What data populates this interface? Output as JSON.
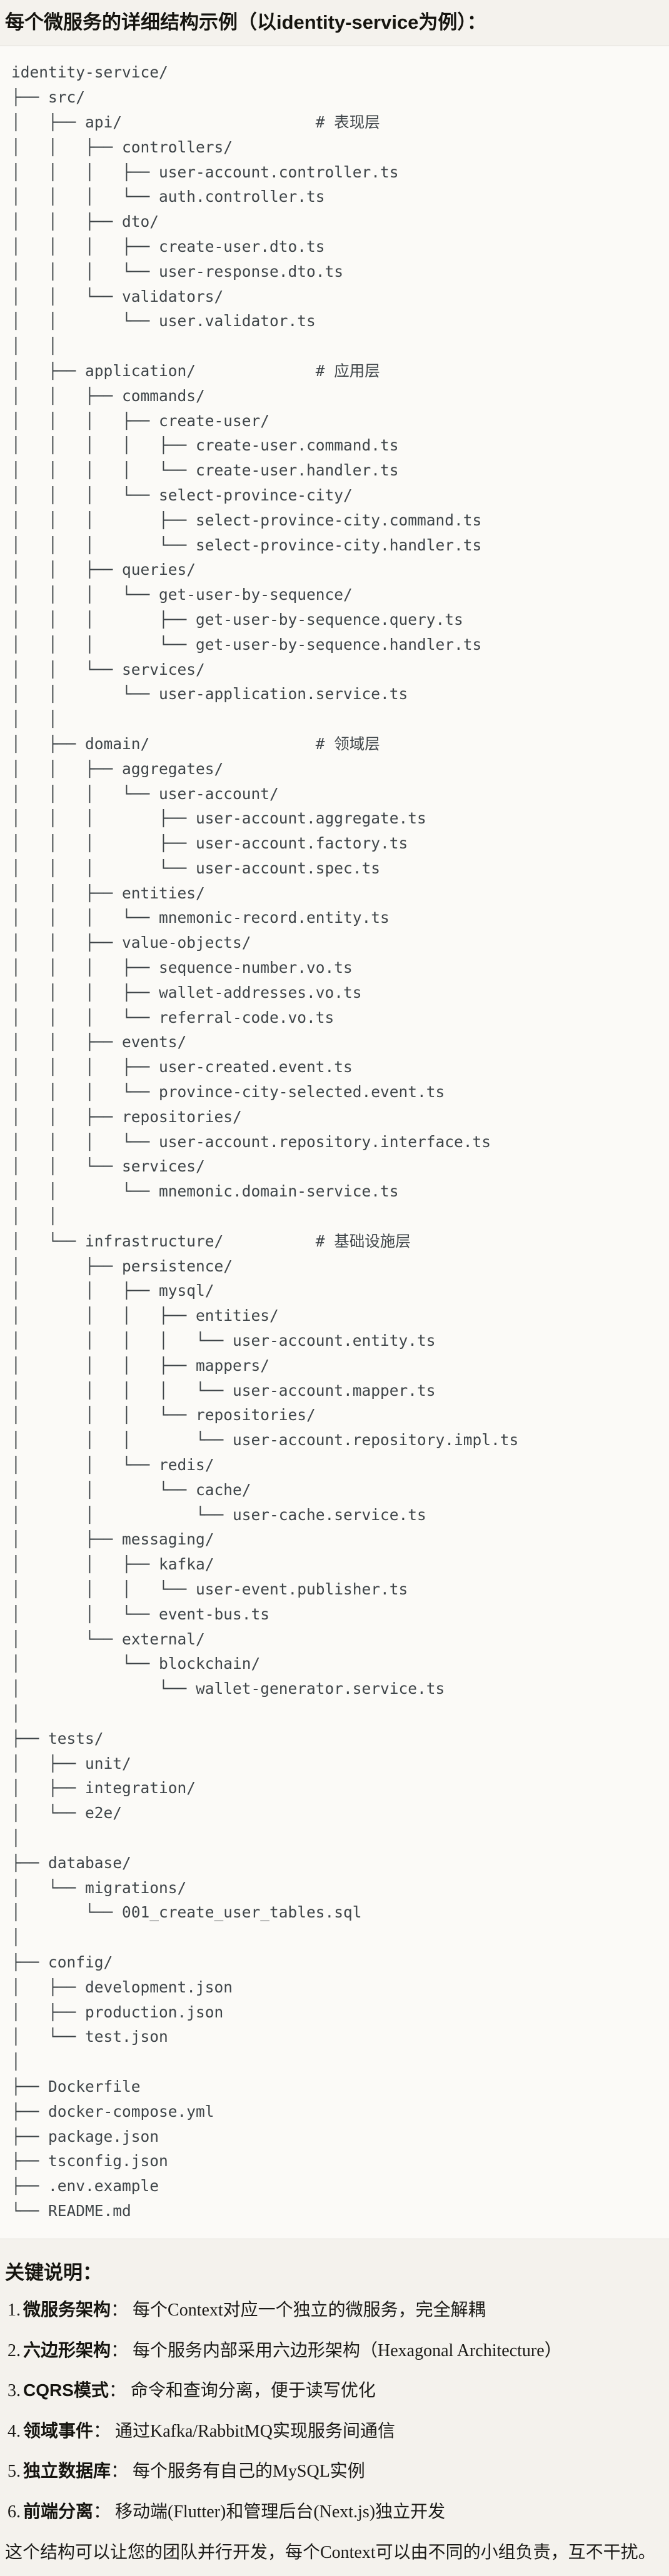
{
  "title": "每个微服务的详细结构示例（以identity-service为例）：",
  "tree": {
    "lines": [
      "identity-service/",
      "├── src/",
      "│   ├── api/                     # 表现层",
      "│   │   ├── controllers/",
      "│   │   │   ├── user-account.controller.ts",
      "│   │   │   └── auth.controller.ts",
      "│   │   ├── dto/",
      "│   │   │   ├── create-user.dto.ts",
      "│   │   │   └── user-response.dto.ts",
      "│   │   └── validators/",
      "│   │       └── user.validator.ts",
      "│   │",
      "│   ├── application/             # 应用层",
      "│   │   ├── commands/",
      "│   │   │   ├── create-user/",
      "│   │   │   │   ├── create-user.command.ts",
      "│   │   │   │   └── create-user.handler.ts",
      "│   │   │   └── select-province-city/",
      "│   │   │       ├── select-province-city.command.ts",
      "│   │   │       └── select-province-city.handler.ts",
      "│   │   ├── queries/",
      "│   │   │   └── get-user-by-sequence/",
      "│   │   │       ├── get-user-by-sequence.query.ts",
      "│   │   │       └── get-user-by-sequence.handler.ts",
      "│   │   └── services/",
      "│   │       └── user-application.service.ts",
      "│   │",
      "│   ├── domain/                  # 领域层",
      "│   │   ├── aggregates/",
      "│   │   │   └── user-account/",
      "│   │   │       ├── user-account.aggregate.ts",
      "│   │   │       ├── user-account.factory.ts",
      "│   │   │       └── user-account.spec.ts",
      "│   │   ├── entities/",
      "│   │   │   └── mnemonic-record.entity.ts",
      "│   │   ├── value-objects/",
      "│   │   │   ├── sequence-number.vo.ts",
      "│   │   │   ├── wallet-addresses.vo.ts",
      "│   │   │   └── referral-code.vo.ts",
      "│   │   ├── events/",
      "│   │   │   ├── user-created.event.ts",
      "│   │   │   └── province-city-selected.event.ts",
      "│   │   ├── repositories/",
      "│   │   │   └── user-account.repository.interface.ts",
      "│   │   └── services/",
      "│   │       └── mnemonic.domain-service.ts",
      "│   │",
      "│   └── infrastructure/          # 基础设施层",
      "│       ├── persistence/",
      "│       │   ├── mysql/",
      "│       │   │   ├── entities/",
      "│       │   │   │   └── user-account.entity.ts",
      "│       │   │   ├── mappers/",
      "│       │   │   │   └── user-account.mapper.ts",
      "│       │   │   └── repositories/",
      "│       │   │       └── user-account.repository.impl.ts",
      "│       │   └── redis/",
      "│       │       └── cache/",
      "│       │           └── user-cache.service.ts",
      "│       ├── messaging/",
      "│       │   ├── kafka/",
      "│       │   │   └── user-event.publisher.ts",
      "│       │   └── event-bus.ts",
      "│       └── external/",
      "│           └── blockchain/",
      "│               └── wallet-generator.service.ts",
      "│",
      "├── tests/",
      "│   ├── unit/",
      "│   ├── integration/",
      "│   └── e2e/",
      "│",
      "├── database/",
      "│   └── migrations/",
      "│       └── 001_create_user_tables.sql",
      "│",
      "├── config/",
      "│   ├── development.json",
      "│   ├── production.json",
      "│   └── test.json",
      "│",
      "├── Dockerfile",
      "├── docker-compose.yml",
      "├── package.json",
      "├── tsconfig.json",
      "├── .env.example",
      "└── README.md"
    ]
  },
  "notes": {
    "heading": "关键说明：",
    "items": [
      {
        "num": "1.",
        "term": "微服务架构",
        "sep": "：",
        "desc": "每个Context对应一个独立的微服务，完全解耦"
      },
      {
        "num": "2.",
        "term": "六边形架构",
        "sep": "：",
        "desc": "每个服务内部采用六边形架构（Hexagonal Architecture）"
      },
      {
        "num": "3.",
        "term": "CQRS模式",
        "sep": "：",
        "desc": "命令和查询分离，便于读写优化"
      },
      {
        "num": "4.",
        "term": "领域事件",
        "sep": "：",
        "desc": "通过Kafka/RabbitMQ实现服务间通信"
      },
      {
        "num": "5.",
        "term": "独立数据库",
        "sep": "：",
        "desc": "每个服务有自己的MySQL实例"
      },
      {
        "num": "6.",
        "term": "前端分离",
        "sep": "：",
        "desc": "移动端(Flutter)和管理后台(Next.js)独立开发"
      }
    ],
    "footer": "这个结构可以让您的团队并行开发，每个Context可以由不同的小组负责，互不干扰。"
  }
}
